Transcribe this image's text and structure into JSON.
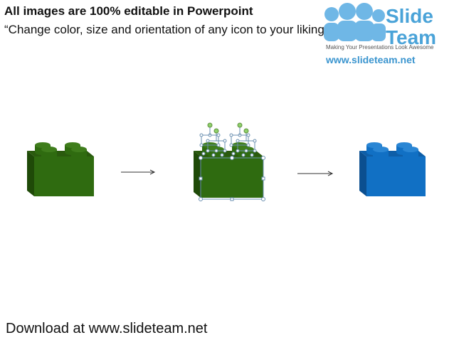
{
  "header": {
    "title": "All images are 100% editable in Powerpoint",
    "subtitle": "“Change color, size and orientation of any icon to your liking”"
  },
  "logo": {
    "line1": "Slide",
    "line2": "Team",
    "tagline": "Making Your Presentations Look Awesome",
    "url": "www.slideteam.net"
  },
  "footer": {
    "text": "Download at www.slideteam.net"
  },
  "colors": {
    "green_front": "#2f6b10",
    "green_side": "#1f4a08",
    "green_top": "#3f7d1c",
    "blue_front": "#1170c4",
    "blue_side": "#0b4f90",
    "blue_top": "#2a86d4",
    "handle_fill": "#ffffff",
    "handle_stroke": "#6a8fb0",
    "rotate_handle": "#8fd16a"
  }
}
